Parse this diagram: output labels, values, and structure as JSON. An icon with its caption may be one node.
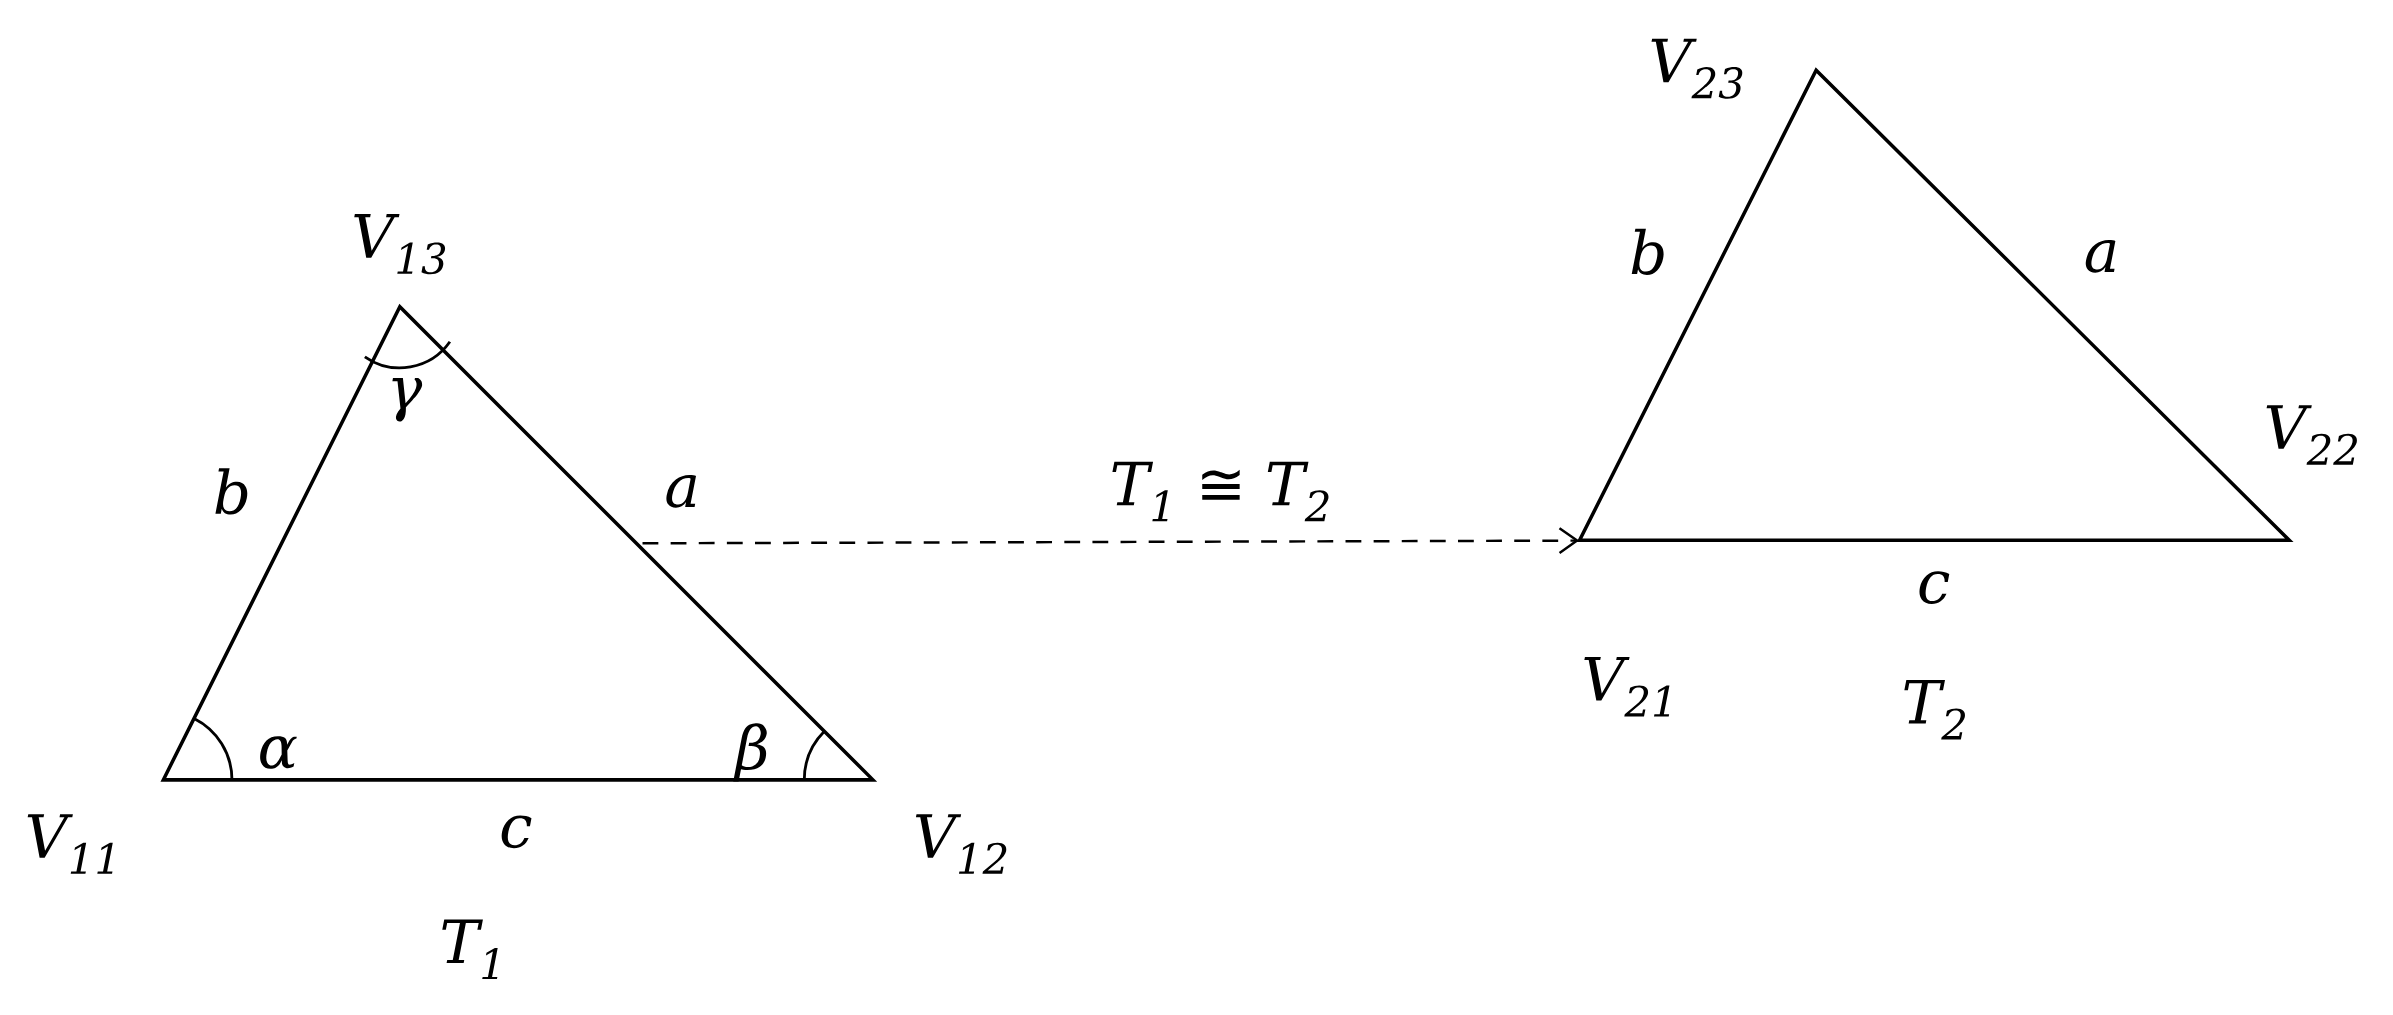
{
  "diagram": {
    "nodes": [
      {
        "text": [],
        "shape": "triangle",
        "beside": [
          "T$_{1}$"
        ]
      },
      {
        "text": [],
        "shape": "triangle",
        "beside": [
          "T$_{2}$"
        ]
      }
    ],
    "edges": [
      {
        "from": 0,
        "to": 1,
        "arrow": "to",
        "style": "dashed",
        "label": "T$_{1}$ ≅ T$_{2}$"
      }
    ],
    "labels": [
      "V$_{13}$",
      "b",
      "a",
      "γ",
      "α",
      "β",
      "V$_{11}$",
      "c",
      "V$_{12}$",
      "V$_{23}$",
      "b",
      "a",
      "V$_{22}$",
      "c",
      "V$_{21}$"
    ]
  }
}
